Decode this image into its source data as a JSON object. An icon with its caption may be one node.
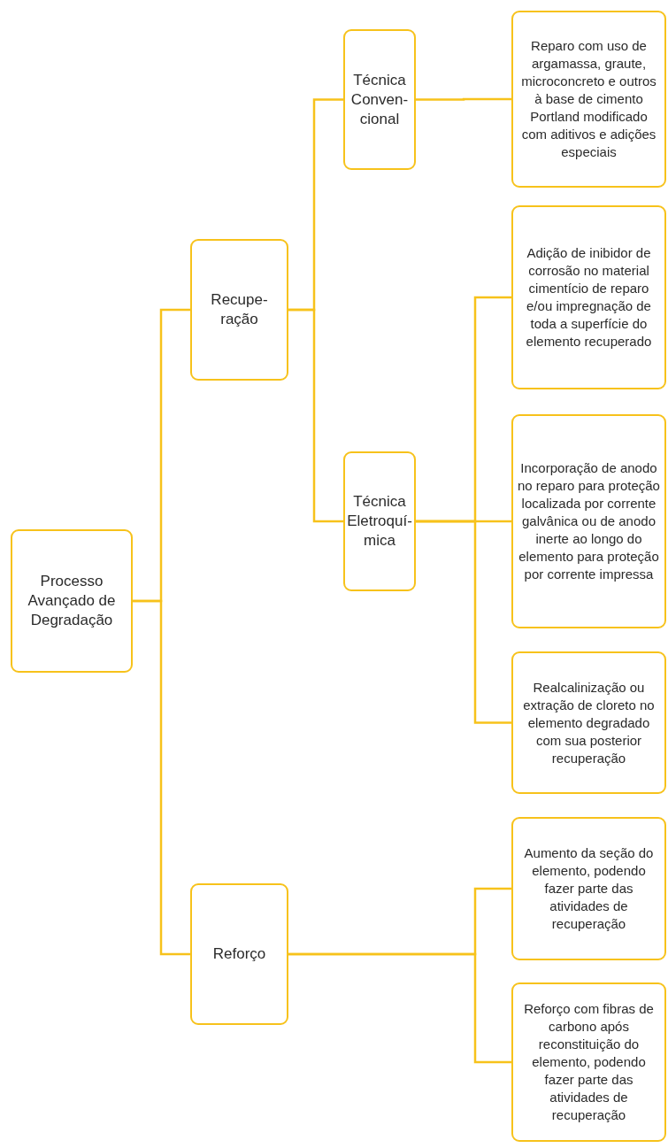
{
  "diagram": {
    "nodes": [
      {
        "text": [
          "Processo Avançado de Degradação"
        ]
      },
      {
        "text": [
          "Recupe-ração"
        ]
      },
      {
        "text": [
          "Técnica Conven-cional"
        ]
      },
      {
        "text": [
          "Reparo com uso de argamassa, graute, microconcreto e outros à base de cimento Portland modificado com aditivos e adições especiais"
        ]
      },
      {
        "text": [
          "Técnica Eletroquí-mica"
        ]
      },
      {
        "text": [
          "Adição de inibidor de corrosão no material cimentício de reparo e/ou impregnação de toda a superfície do elemento recuperado"
        ]
      },
      {
        "text": [
          "Incorporação de anodo no reparo para proteção localizada por corrente galvânica ou de anodo inerte ao longo do elemento para proteção por corrente impressa"
        ]
      },
      {
        "text": [
          "Realcalinização ou extração de cloreto no elemento degradado com sua posterior recuperação"
        ]
      },
      {
        "text": [
          "Reforço"
        ]
      },
      {
        "text": [
          "Aumento da seção do elemento, podendo fazer parte das atividades de recuperação"
        ]
      },
      {
        "text": [
          "Reforço com fibras de carbono após reconstituição do elemento, podendo fazer parte das atividades de recuperação"
        ]
      }
    ],
    "edges": [
      {
        "from": 0,
        "to": 1,
        "arrow": "none"
      },
      {
        "from": 0,
        "to": 8,
        "arrow": "none"
      },
      {
        "from": 1,
        "to": 2,
        "arrow": "none"
      },
      {
        "from": 1,
        "to": 4,
        "arrow": "none"
      },
      {
        "from": 2,
        "to": 3,
        "arrow": "none"
      },
      {
        "from": 4,
        "to": 5,
        "arrow": "none"
      },
      {
        "from": 4,
        "to": 6,
        "arrow": "none"
      },
      {
        "from": 4,
        "to": 7,
        "arrow": "none"
      },
      {
        "from": 8,
        "to": 9,
        "arrow": "none"
      },
      {
        "from": 8,
        "to": 10,
        "arrow": "none"
      }
    ]
  }
}
